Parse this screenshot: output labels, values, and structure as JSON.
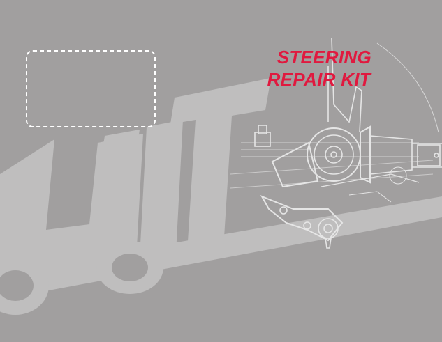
{
  "title": {
    "line1": "STEERING",
    "line2": "REPAIR KIT"
  },
  "label_area": {
    "text": ""
  },
  "icons": [
    "truck-logo-watermark",
    "steering-knuckle-drawing"
  ],
  "colors": {
    "background": "#a19f9f",
    "watermark": "#bfbebe",
    "accent": "#e0193f",
    "outline": "#ffffff"
  }
}
